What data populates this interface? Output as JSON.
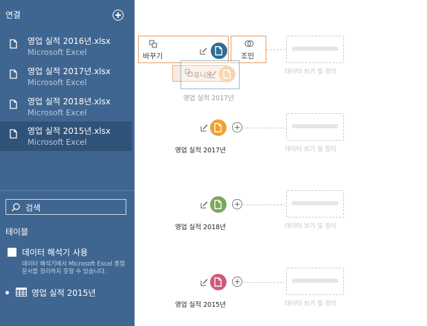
{
  "sidebar": {
    "connections_header": "연결",
    "connections": [
      {
        "name": "영업 실적 2016년.xlsx",
        "type": "Microsoft Excel",
        "selected": false
      },
      {
        "name": "영업 실적 2017년.xlsx",
        "type": "Microsoft Excel",
        "selected": false
      },
      {
        "name": "영업 실적 2018년.xlsx",
        "type": "Microsoft Excel",
        "selected": false
      },
      {
        "name": "영업 실적 2015년.xlsx",
        "type": "Microsoft Excel",
        "selected": true
      }
    ],
    "search_placeholder": "검색",
    "tables_header": "테이블",
    "interpreter_label": "데이터 해석기 사용",
    "interpreter_desc": "데이터 해석기에서 Microsoft Excel 통합 문서를 정리하지 못할 수 있습니다.",
    "table_item": "영업 실적 2015년"
  },
  "canvas": {
    "drop_replace": "바꾸기",
    "drop_join": "조인",
    "drop_union": "유니온",
    "drag_label": "영업 실적 2017년",
    "placeholder_label": "데이터 보기 및 정리",
    "nodes": [
      {
        "label": "영업 실적 2017년",
        "color": "#f0a030"
      },
      {
        "label": "영업 실적 2018년",
        "color": "#7aa85a"
      },
      {
        "label": "영업 실적 2015년",
        "color": "#cf5a78"
      }
    ],
    "top_node_color": "#2e6d96"
  }
}
